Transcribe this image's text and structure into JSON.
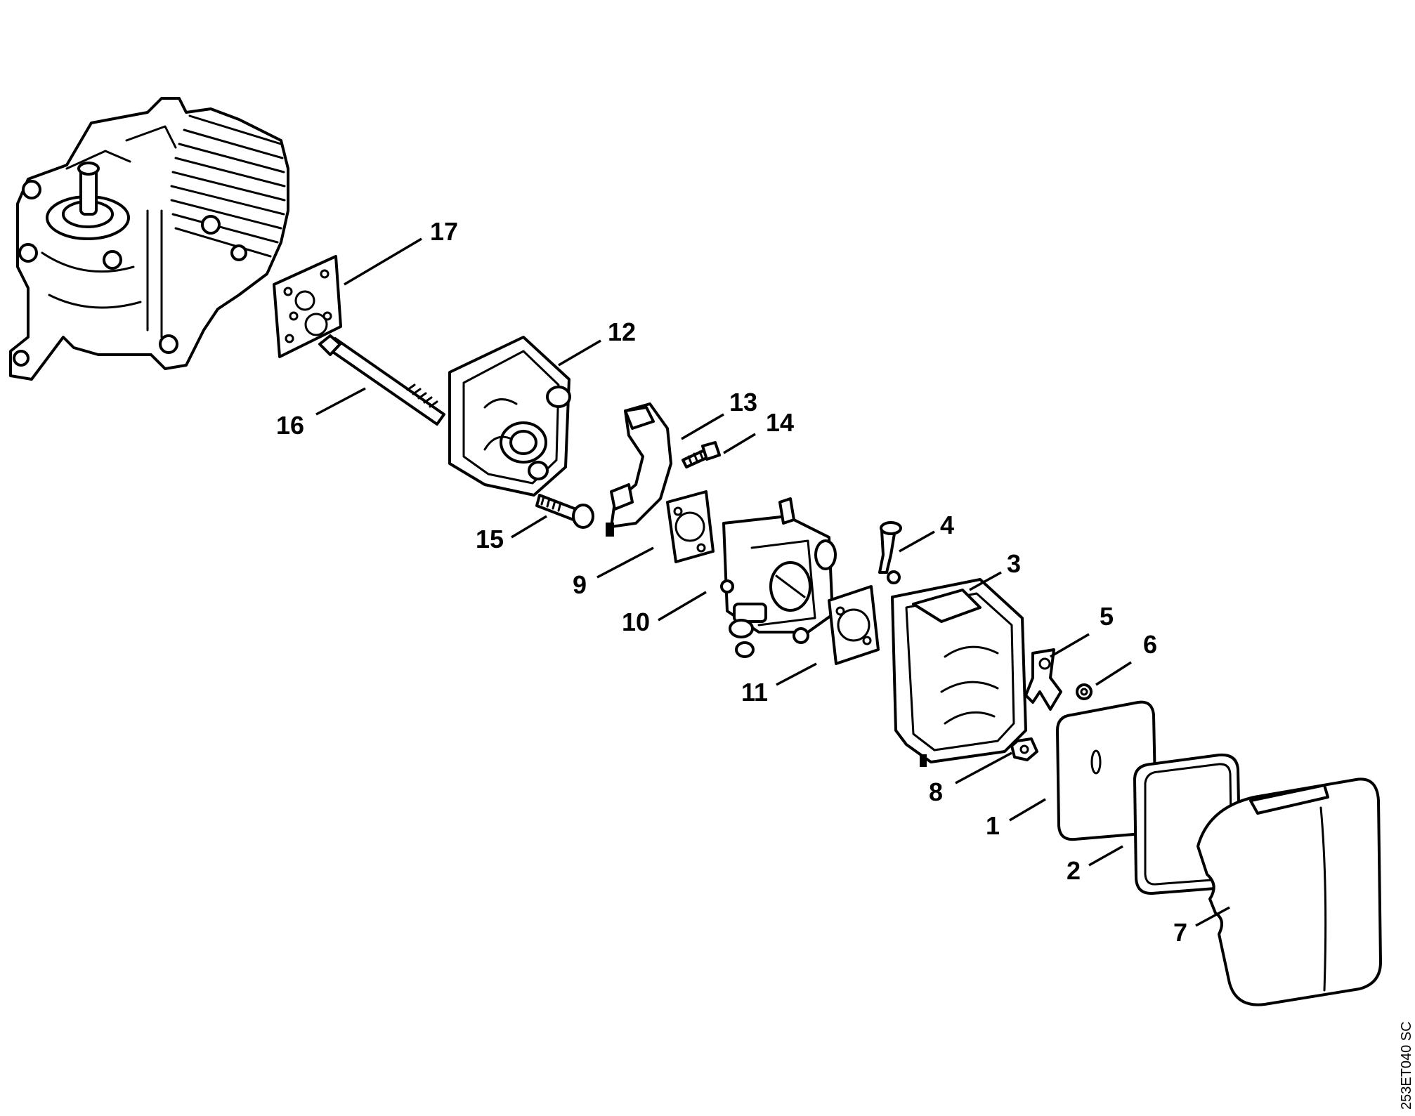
{
  "diagram": {
    "callouts": [
      "17",
      "12",
      "16",
      "13",
      "14",
      "15",
      "9",
      "10",
      "4",
      "3",
      "11",
      "5",
      "6",
      "8",
      "1",
      "2",
      "7"
    ],
    "drawing_code": "253ET040 SC"
  }
}
